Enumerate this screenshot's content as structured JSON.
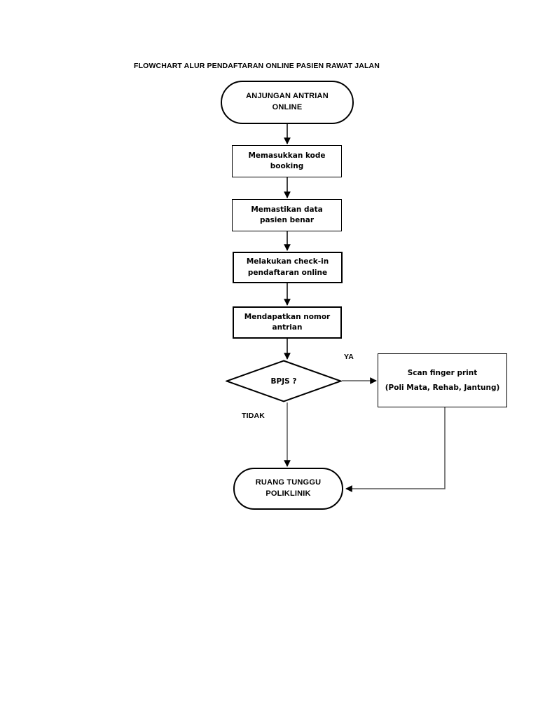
{
  "document": {
    "title": "FLOWCHART ALUR PENDAFTARAN ONLINE PASIEN RAWAT JALAN"
  },
  "colors": {
    "background": "#ffffff",
    "stroke": "#000000",
    "text": "#000000"
  },
  "chart_data": {
    "type": "diagram",
    "diagram_type": "flowchart",
    "orientation": "top-to-bottom",
    "title": "FLOWCHART ALUR PENDAFTARAN ONLINE PASIEN RAWAT JALAN",
    "nodes": [
      {
        "id": "start",
        "shape": "terminator",
        "lines": [
          "ANJUNGAN ANTRIAN",
          "ONLINE"
        ]
      },
      {
        "id": "step1",
        "shape": "process",
        "lines": [
          "Memasukkan kode",
          "booking"
        ]
      },
      {
        "id": "step2",
        "shape": "process",
        "lines": [
          "Memastikan data",
          "pasien benar"
        ]
      },
      {
        "id": "step3",
        "shape": "process",
        "lines": [
          "Melakukan check-in",
          "pendaftaran online"
        ]
      },
      {
        "id": "step4",
        "shape": "process",
        "lines": [
          "Mendapatkan nomor",
          "antrian"
        ]
      },
      {
        "id": "decision",
        "shape": "decision",
        "lines": [
          "BPJS ?"
        ]
      },
      {
        "id": "scan",
        "shape": "process",
        "lines": [
          "Scan finger print",
          "(Poli Mata, Rehab, Jantung)"
        ]
      },
      {
        "id": "end",
        "shape": "terminator",
        "lines": [
          "RUANG TUNGGU",
          "POLIKLINIK"
        ]
      }
    ],
    "edges": [
      {
        "from": "start",
        "to": "step1",
        "label": ""
      },
      {
        "from": "step1",
        "to": "step2",
        "label": ""
      },
      {
        "from": "step2",
        "to": "step3",
        "label": ""
      },
      {
        "from": "step3",
        "to": "step4",
        "label": ""
      },
      {
        "from": "step4",
        "to": "decision",
        "label": ""
      },
      {
        "from": "decision",
        "to": "scan",
        "label": "YA"
      },
      {
        "from": "decision",
        "to": "end",
        "label": "TIDAK"
      },
      {
        "from": "scan",
        "to": "end",
        "label": ""
      }
    ]
  },
  "nodes": {
    "start": {
      "line1": "ANJUNGAN ANTRIAN",
      "line2": "ONLINE"
    },
    "step1": {
      "line1": "Memasukkan kode",
      "line2": "booking"
    },
    "step2": {
      "line1": "Memastikan data",
      "line2": "pasien benar"
    },
    "step3": {
      "line1": "Melakukan check-in",
      "line2": "pendaftaran online"
    },
    "step4": {
      "line1": "Mendapatkan nomor",
      "line2": "antrian"
    },
    "decision": {
      "label": "BPJS ?"
    },
    "scan": {
      "line1": "Scan finger print",
      "line2": "(Poli Mata, Rehab, Jantung)"
    },
    "end": {
      "line1": "RUANG TUNGGU",
      "line2": "POLIKLINIK"
    }
  },
  "labels": {
    "yes": "YA",
    "no": "TIDAK"
  }
}
